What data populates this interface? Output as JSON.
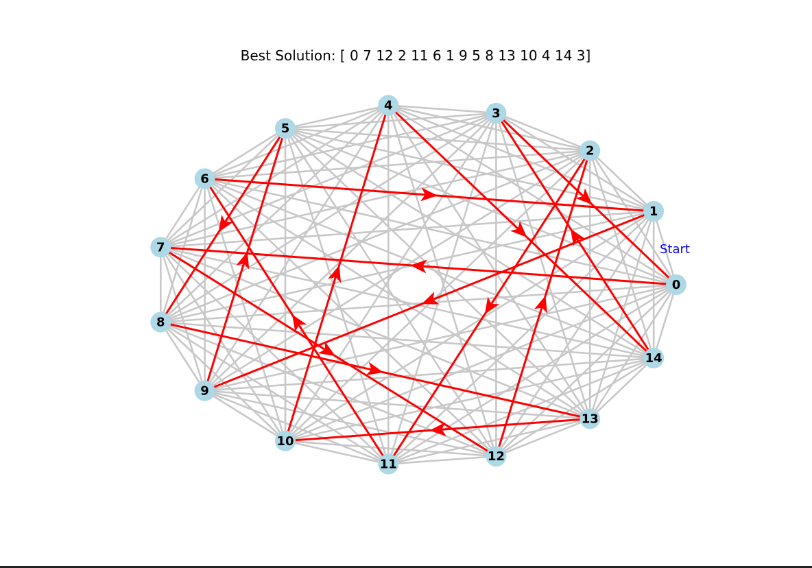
{
  "title": "Best Solution: [ 0  7 12  2 11  6  1  9  5  8 13 10  4 14  3]",
  "start_label": "Start",
  "graph": {
    "nodes": [
      "0",
      "1",
      "2",
      "3",
      "4",
      "5",
      "6",
      "7",
      "8",
      "9",
      "10",
      "11",
      "12",
      "13",
      "14"
    ],
    "complete_graph": true,
    "tour": [
      0,
      7,
      12,
      2,
      11,
      6,
      1,
      9,
      5,
      8,
      13,
      10,
      4,
      14,
      3
    ],
    "closed_tour": true,
    "start_node": 0
  },
  "colors": {
    "background": "#ffffff",
    "node_fill": "#add8e6",
    "edge": "#c8c8c8",
    "tour_edge": "#ff0000",
    "label": "#000000",
    "start_label": "#0000ff"
  }
}
